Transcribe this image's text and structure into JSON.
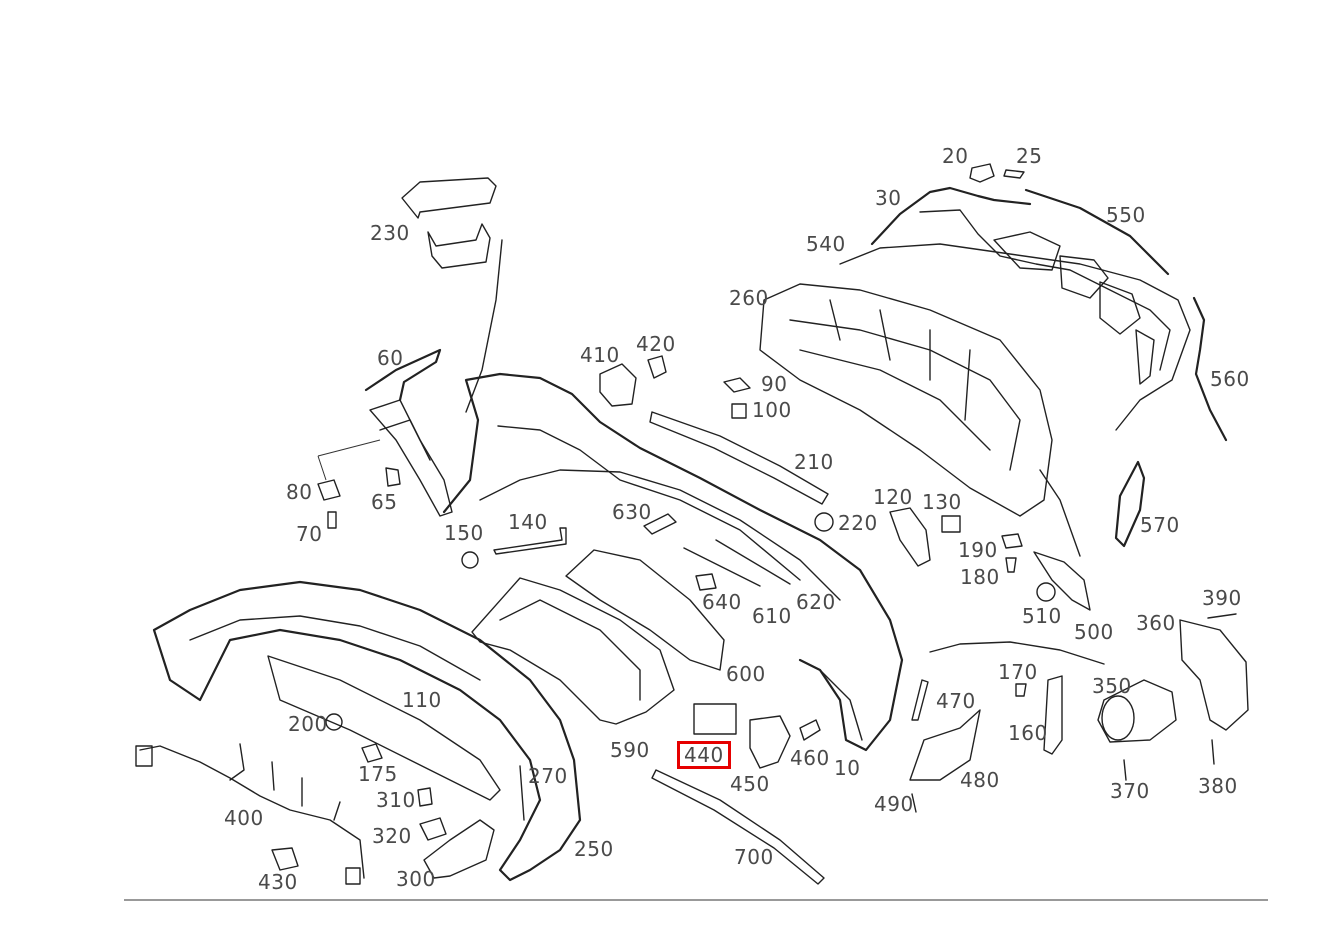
{
  "diagram": {
    "highlight_color": "#e60000",
    "selected_part": "440",
    "labels": {
      "l20": "20",
      "l25": "25",
      "l30": "30",
      "l550": "550",
      "l540": "540",
      "l230": "230",
      "l260": "260",
      "l560": "560",
      "l60": "60",
      "l410": "410",
      "l420": "420",
      "l90": "90",
      "l100": "100",
      "l210": "210",
      "l80": "80",
      "l65": "65",
      "l70": "70",
      "l150": "150",
      "l140": "140",
      "l630": "630",
      "l120": "120",
      "l130": "130",
      "l220": "220",
      "l570": "570",
      "l190": "190",
      "l180": "180",
      "l640": "640",
      "l610": "610",
      "l620": "620",
      "l510": "510",
      "l500": "500",
      "l390": "390",
      "l360": "360",
      "l600": "600",
      "l170": "170",
      "l350": "350",
      "l470": "470",
      "l110": "110",
      "l200": "200",
      "l175": "175",
      "l590": "590",
      "l440": "440",
      "l460": "460",
      "l10": "10",
      "l160": "160",
      "l270": "270",
      "l450": "450",
      "l480": "480",
      "l370": "370",
      "l380": "380",
      "l310": "310",
      "l490": "490",
      "l400": "400",
      "l320": "320",
      "l250": "250",
      "l700": "700",
      "l430": "430",
      "l300": "300"
    }
  }
}
